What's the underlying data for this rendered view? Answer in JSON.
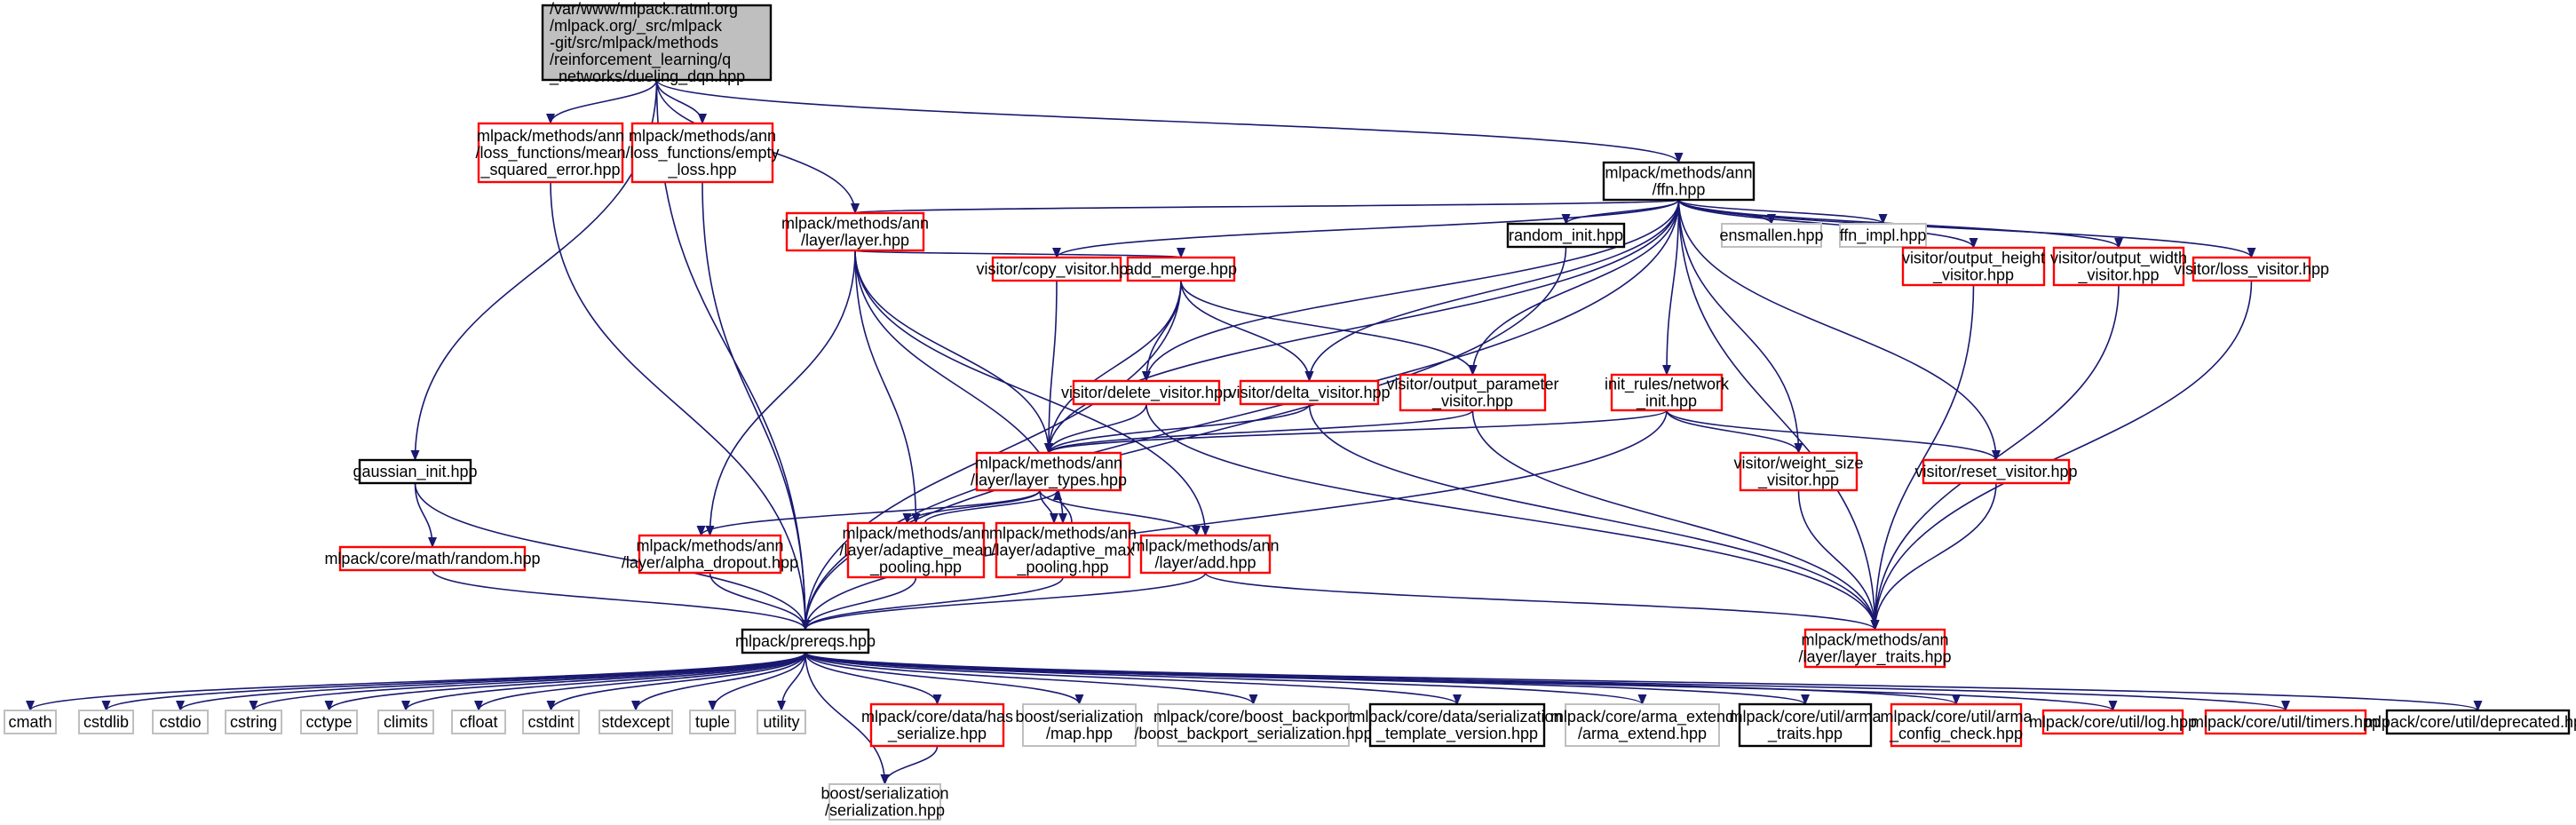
{
  "colors": {
    "edge": "#191970",
    "red": "#ff0000",
    "black": "#000000",
    "gray": "#bfbfbf",
    "root_fill": "#bfbfbf",
    "node_fill": "#ffffff"
  },
  "nodes": [
    {
      "id": "root",
      "lines": [
        "/var/www/mlpack.ratml.org",
        "/mlpack.org/_src/mlpack",
        "-git/src/mlpack/methods",
        "/reinforcement_learning/q",
        "_networks/dueling_dqn.hpp"
      ],
      "border": "black",
      "root": true
    },
    {
      "id": "mse",
      "lines": [
        "mlpack/methods/ann",
        "/loss_functions/mean",
        "_squared_error.hpp"
      ],
      "border": "red"
    },
    {
      "id": "empty",
      "lines": [
        "mlpack/methods/ann",
        "/loss_functions/empty",
        "_loss.hpp"
      ],
      "border": "red"
    },
    {
      "id": "ffn",
      "lines": [
        "mlpack/methods/ann",
        "/ffn.hpp"
      ],
      "border": "black"
    },
    {
      "id": "layer",
      "lines": [
        "mlpack/methods/ann",
        "/layer/layer.hpp"
      ],
      "border": "red"
    },
    {
      "id": "random_init",
      "lines": [
        "random_init.hpp"
      ],
      "border": "black"
    },
    {
      "id": "ensmallen",
      "lines": [
        "ensmallen.hpp"
      ],
      "border": "gray"
    },
    {
      "id": "ffn_impl",
      "lines": [
        "ffn_impl.hpp"
      ],
      "border": "gray"
    },
    {
      "id": "copy",
      "lines": [
        "visitor/copy_visitor.hpp"
      ],
      "border": "red"
    },
    {
      "id": "add_merge",
      "lines": [
        "add_merge.hpp"
      ],
      "border": "red"
    },
    {
      "id": "output_height",
      "lines": [
        "visitor/output_height",
        "_visitor.hpp"
      ],
      "border": "red"
    },
    {
      "id": "output_width",
      "lines": [
        "visitor/output_width",
        "_visitor.hpp"
      ],
      "border": "red"
    },
    {
      "id": "loss",
      "lines": [
        "visitor/loss_visitor.hpp"
      ],
      "border": "red"
    },
    {
      "id": "delete",
      "lines": [
        "visitor/delete_visitor.hpp"
      ],
      "border": "red"
    },
    {
      "id": "delta",
      "lines": [
        "visitor/delta_visitor.hpp"
      ],
      "border": "red"
    },
    {
      "id": "output_param",
      "lines": [
        "visitor/output_parameter",
        "_visitor.hpp"
      ],
      "border": "red"
    },
    {
      "id": "network_init",
      "lines": [
        "init_rules/network",
        "_init.hpp"
      ],
      "border": "red"
    },
    {
      "id": "gaussian",
      "lines": [
        "gaussian_init.hpp"
      ],
      "border": "black"
    },
    {
      "id": "layer_types",
      "lines": [
        "mlpack/methods/ann",
        "/layer/layer_types.hpp"
      ],
      "border": "red"
    },
    {
      "id": "weight_size",
      "lines": [
        "visitor/weight_size",
        "_visitor.hpp"
      ],
      "border": "red"
    },
    {
      "id": "reset",
      "lines": [
        "visitor/reset_visitor.hpp"
      ],
      "border": "red"
    },
    {
      "id": "random",
      "lines": [
        "mlpack/core/math/random.hpp"
      ],
      "border": "red"
    },
    {
      "id": "alpha",
      "lines": [
        "mlpack/methods/ann",
        "/layer/alpha_dropout.hpp"
      ],
      "border": "red"
    },
    {
      "id": "adaptive_mean",
      "lines": [
        "mlpack/methods/ann",
        "/layer/adaptive_mean",
        "_pooling.hpp"
      ],
      "border": "red"
    },
    {
      "id": "adaptive_max",
      "lines": [
        "mlpack/methods/ann",
        "/layer/adaptive_max",
        "_pooling.hpp"
      ],
      "border": "red"
    },
    {
      "id": "add",
      "lines": [
        "mlpack/methods/ann",
        "/layer/add.hpp"
      ],
      "border": "red"
    },
    {
      "id": "prereqs",
      "lines": [
        "mlpack/prereqs.hpp"
      ],
      "border": "black"
    },
    {
      "id": "layer_traits",
      "lines": [
        "mlpack/methods/ann",
        "/layer/layer_traits.hpp"
      ],
      "border": "red"
    },
    {
      "id": "cmath",
      "lines": [
        "cmath"
      ],
      "border": "gray"
    },
    {
      "id": "cstdlib",
      "lines": [
        "cstdlib"
      ],
      "border": "gray"
    },
    {
      "id": "cstdio",
      "lines": [
        "cstdio"
      ],
      "border": "gray"
    },
    {
      "id": "cstring",
      "lines": [
        "cstring"
      ],
      "border": "gray"
    },
    {
      "id": "cctype",
      "lines": [
        "cctype"
      ],
      "border": "gray"
    },
    {
      "id": "climits",
      "lines": [
        "climits"
      ],
      "border": "gray"
    },
    {
      "id": "cfloat",
      "lines": [
        "cfloat"
      ],
      "border": "gray"
    },
    {
      "id": "cstdint",
      "lines": [
        "cstdint"
      ],
      "border": "gray"
    },
    {
      "id": "stdexcept",
      "lines": [
        "stdexcept"
      ],
      "border": "gray"
    },
    {
      "id": "tuple",
      "lines": [
        "tuple"
      ],
      "border": "gray"
    },
    {
      "id": "utility",
      "lines": [
        "utility"
      ],
      "border": "gray"
    },
    {
      "id": "has_serialize",
      "lines": [
        "mlpack/core/data/has",
        "_serialize.hpp"
      ],
      "border": "red"
    },
    {
      "id": "map",
      "lines": [
        "boost/serialization",
        "/map.hpp"
      ],
      "border": "gray"
    },
    {
      "id": "boost_backport",
      "lines": [
        "mlpack/core/boost_backport",
        "/boost_backport_serialization.hpp"
      ],
      "border": "gray"
    },
    {
      "id": "template_version",
      "lines": [
        "mlpack/core/data/serialization",
        "_template_version.hpp"
      ],
      "border": "black"
    },
    {
      "id": "arma_extend",
      "lines": [
        "mlpack/core/arma_extend",
        "/arma_extend.hpp"
      ],
      "border": "gray"
    },
    {
      "id": "arma_traits",
      "lines": [
        "mlpack/core/util/arma",
        "_traits.hpp"
      ],
      "border": "black"
    },
    {
      "id": "arma_config_check",
      "lines": [
        "mlpack/core/util/arma",
        "_config_check.hpp"
      ],
      "border": "red"
    },
    {
      "id": "log",
      "lines": [
        "mlpack/core/util/log.hpp"
      ],
      "border": "red"
    },
    {
      "id": "timers",
      "lines": [
        "mlpack/core/util/timers.hpp"
      ],
      "border": "red"
    },
    {
      "id": "deprecated",
      "lines": [
        "mlpack/core/util/deprecated.hpp"
      ],
      "border": "black"
    },
    {
      "id": "serialization",
      "lines": [
        "boost/serialization",
        "/serialization.hpp"
      ],
      "border": "gray"
    }
  ],
  "edges": [
    [
      "root",
      "mse"
    ],
    [
      "root",
      "empty"
    ],
    [
      "root",
      "ffn"
    ],
    [
      "root",
      "layer"
    ],
    [
      "root",
      "gaussian"
    ],
    [
      "root",
      "prereqs"
    ],
    [
      "mse",
      "prereqs"
    ],
    [
      "empty",
      "prereqs"
    ],
    [
      "ffn",
      "layer"
    ],
    [
      "ffn",
      "random_init"
    ],
    [
      "ffn",
      "ensmallen"
    ],
    [
      "ffn",
      "ffn_impl"
    ],
    [
      "ffn",
      "copy"
    ],
    [
      "ffn",
      "delete"
    ],
    [
      "ffn",
      "delta"
    ],
    [
      "ffn",
      "output_param"
    ],
    [
      "ffn",
      "network_init"
    ],
    [
      "ffn",
      "layer_types"
    ],
    [
      "ffn",
      "output_height"
    ],
    [
      "ffn",
      "output_width"
    ],
    [
      "ffn",
      "loss"
    ],
    [
      "ffn",
      "reset"
    ],
    [
      "ffn",
      "weight_size"
    ],
    [
      "ffn",
      "layer_traits"
    ],
    [
      "ffn",
      "prereqs"
    ],
    [
      "layer",
      "add_merge"
    ],
    [
      "layer",
      "layer_types"
    ],
    [
      "layer",
      "alpha"
    ],
    [
      "layer",
      "adaptive_mean"
    ],
    [
      "layer",
      "adaptive_max"
    ],
    [
      "layer",
      "add"
    ],
    [
      "copy",
      "layer_types"
    ],
    [
      "add_merge",
      "delete"
    ],
    [
      "add_merge",
      "delta"
    ],
    [
      "add_merge",
      "output_param"
    ],
    [
      "add_merge",
      "layer_types"
    ],
    [
      "add_merge",
      "prereqs"
    ],
    [
      "delete",
      "layer_types"
    ],
    [
      "delete",
      "layer_traits"
    ],
    [
      "delta",
      "layer_types"
    ],
    [
      "delta",
      "layer_traits"
    ],
    [
      "output_param",
      "layer_types"
    ],
    [
      "output_param",
      "layer_traits"
    ],
    [
      "network_init",
      "layer_types"
    ],
    [
      "network_init",
      "weight_size"
    ],
    [
      "network_init",
      "reset"
    ],
    [
      "network_init",
      "prereqs"
    ],
    [
      "random_init",
      "prereqs"
    ],
    [
      "output_height",
      "layer_traits"
    ],
    [
      "output_width",
      "layer_traits"
    ],
    [
      "loss",
      "layer_traits"
    ],
    [
      "weight_size",
      "layer_traits"
    ],
    [
      "reset",
      "layer_traits"
    ],
    [
      "gaussian",
      "random"
    ],
    [
      "gaussian",
      "prereqs"
    ],
    [
      "random",
      "prereqs"
    ],
    [
      "layer_types",
      "alpha"
    ],
    [
      "layer_types",
      "adaptive_mean"
    ],
    [
      "layer_types",
      "adaptive_max"
    ],
    [
      "layer_types",
      "add"
    ],
    [
      "adaptive_mean",
      "layer_types"
    ],
    [
      "adaptive_max",
      "layer_types"
    ],
    [
      "alpha",
      "prereqs"
    ],
    [
      "adaptive_mean",
      "prereqs"
    ],
    [
      "adaptive_max",
      "prereqs"
    ],
    [
      "add",
      "prereqs"
    ],
    [
      "add",
      "layer_traits"
    ],
    [
      "prereqs",
      "cmath"
    ],
    [
      "prereqs",
      "cstdlib"
    ],
    [
      "prereqs",
      "cstdio"
    ],
    [
      "prereqs",
      "cstring"
    ],
    [
      "prereqs",
      "cctype"
    ],
    [
      "prereqs",
      "climits"
    ],
    [
      "prereqs",
      "cfloat"
    ],
    [
      "prereqs",
      "cstdint"
    ],
    [
      "prereqs",
      "stdexcept"
    ],
    [
      "prereqs",
      "tuple"
    ],
    [
      "prereqs",
      "utility"
    ],
    [
      "prereqs",
      "has_serialize"
    ],
    [
      "prereqs",
      "map"
    ],
    [
      "prereqs",
      "boost_backport"
    ],
    [
      "prereqs",
      "template_version"
    ],
    [
      "prereqs",
      "arma_extend"
    ],
    [
      "prereqs",
      "arma_traits"
    ],
    [
      "prereqs",
      "arma_config_check"
    ],
    [
      "prereqs",
      "log"
    ],
    [
      "prereqs",
      "timers"
    ],
    [
      "prereqs",
      "deprecated"
    ],
    [
      "prereqs",
      "serialization"
    ],
    [
      "has_serialize",
      "serialization"
    ]
  ]
}
